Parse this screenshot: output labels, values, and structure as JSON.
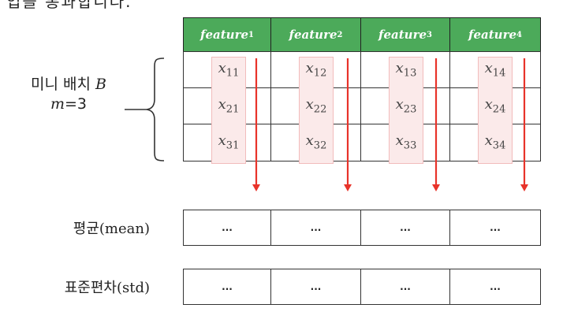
{
  "header_partial_text": "입을 통과합니다.",
  "batch_label": {
    "line1": "미니 배치",
    "var": "B",
    "line2_var": "m",
    "line2_rest": "=3"
  },
  "features": [
    {
      "name": "feature",
      "sub": "1"
    },
    {
      "name": "feature",
      "sub": "2"
    },
    {
      "name": "feature",
      "sub": "3"
    },
    {
      "name": "feature",
      "sub": "4"
    }
  ],
  "rows": [
    [
      {
        "v": "x",
        "sub": "11"
      },
      {
        "v": "x",
        "sub": "12"
      },
      {
        "v": "x",
        "sub": "13"
      },
      {
        "v": "x",
        "sub": "14"
      }
    ],
    [
      {
        "v": "x",
        "sub": "21"
      },
      {
        "v": "x",
        "sub": "22"
      },
      {
        "v": "x",
        "sub": "23"
      },
      {
        "v": "x",
        "sub": "24"
      }
    ],
    [
      {
        "v": "x",
        "sub": "31"
      },
      {
        "v": "x",
        "sub": "32"
      },
      {
        "v": "x",
        "sub": "33"
      },
      {
        "v": "x",
        "sub": "34"
      }
    ]
  ],
  "stats": [
    {
      "label_ko": "평균",
      "label_en": "(mean)",
      "cells": [
        "...",
        "...",
        "...",
        "..."
      ]
    },
    {
      "label_ko": "표준편차",
      "label_en": "(std)",
      "cells": [
        "...",
        "...",
        "...",
        "..."
      ]
    }
  ],
  "colors": {
    "header_green": "#4caa5a",
    "highlight_pink": "#fbeaea",
    "highlight_border": "#f2bcbc",
    "arrow_red": "#e8332a"
  }
}
